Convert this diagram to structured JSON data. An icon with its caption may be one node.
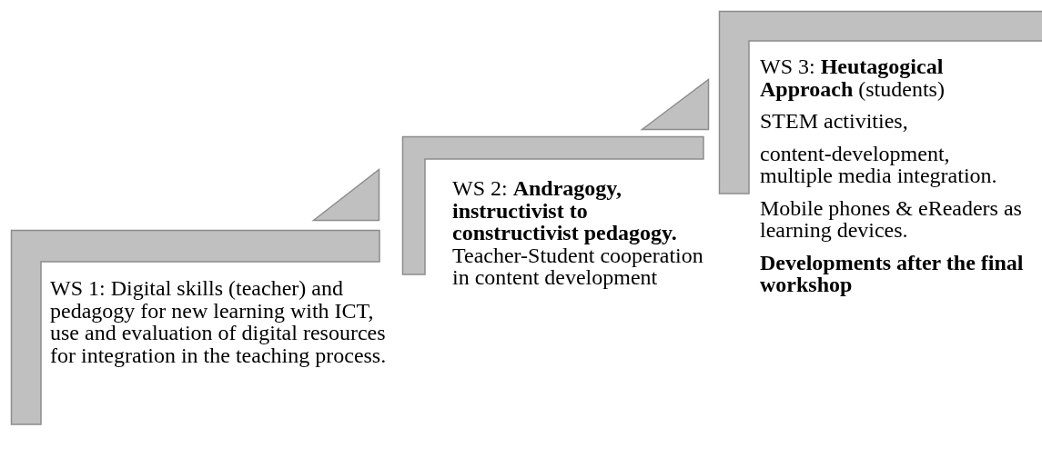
{
  "diagram": {
    "nodes": [
      {
        "text": [
          "WS 1: Digital skills (teacher) and pedagogy for new learning with ICT, use and evaluation of digital resources for integration in the teaching process."
        ]
      },
      {
        "text": [],
        "shape": "triangle"
      },
      {
        "text": [
          "WS 2: **Andragogy, instructivist to constructivist pedagogy.**",
          "Teacher-Student cooperation in content development"
        ]
      },
      {
        "text": [],
        "shape": "triangle"
      },
      {
        "text": [
          "WS 3: **Heutagogical Approach** (students)",
          "STEM activities,",
          "content-development, multiple media integration.",
          "Mobile phones & eReaders as learning devices.",
          "Developments after the final workshop"
        ]
      }
    ],
    "edges": []
  }
}
